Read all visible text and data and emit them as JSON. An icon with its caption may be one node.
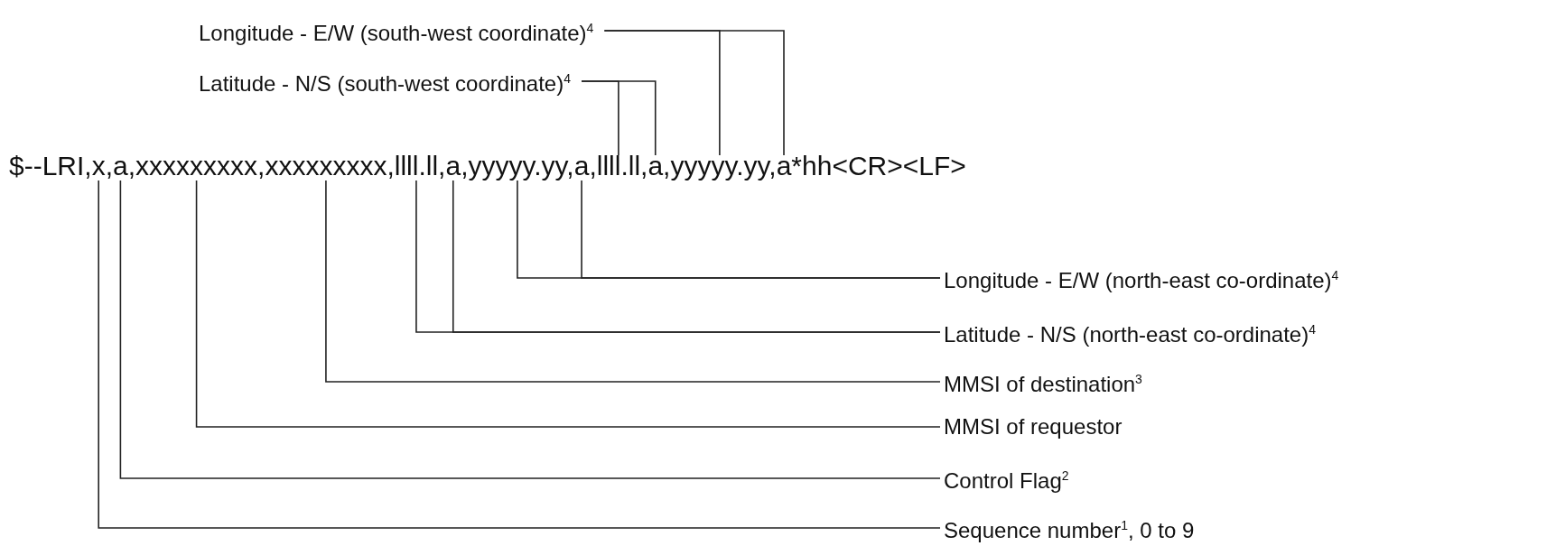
{
  "diagram": {
    "nodes": [
      {
        "text": [
          "Longitude - E/W (south-west coordinate)$^{4}$"
        ]
      },
      {
        "text": [
          "Latitude - N/S (south-west coordinate)$^{4}$"
        ]
      },
      {
        "text": [
          "$--LRI,x,a,xxxxxxxxx,xxxxxxxxx,llll.ll,a,yyyyy.yy,a,llll.ll,a,yyyyy.yy,a*hh<CR><LF>"
        ]
      },
      {
        "text": [
          "Longitude - E/W (north-east co-ordinate)$^{4}$"
        ]
      },
      {
        "text": [
          "Latitude - N/S (north-east co-ordinate)$^{4}$"
        ]
      },
      {
        "text": [
          "MMSI of destination$^{3}$"
        ]
      },
      {
        "text": [
          "MMSI of requestor"
        ]
      },
      {
        "text": [
          "Control Flag$^{2}$"
        ]
      },
      {
        "text": [
          "Sequence number$^{1}$, 0 to 9"
        ]
      }
    ],
    "edges": [
      {
        "from": 0,
        "to": 2,
        "arrow": "none"
      },
      {
        "from": 0,
        "to": 2,
        "arrow": "none"
      },
      {
        "from": 1,
        "to": 2,
        "arrow": "none"
      },
      {
        "from": 1,
        "to": 2,
        "arrow": "none"
      },
      {
        "from": 3,
        "to": 2,
        "arrow": "none"
      },
      {
        "from": 3,
        "to": 2,
        "arrow": "none"
      },
      {
        "from": 4,
        "to": 2,
        "arrow": "none"
      },
      {
        "from": 4,
        "to": 2,
        "arrow": "none"
      },
      {
        "from": 5,
        "to": 2,
        "arrow": "none"
      },
      {
        "from": 6,
        "to": 2,
        "arrow": "none"
      },
      {
        "from": 7,
        "to": 2,
        "arrow": "none"
      },
      {
        "from": 8,
        "to": 2,
        "arrow": "none"
      }
    ]
  }
}
